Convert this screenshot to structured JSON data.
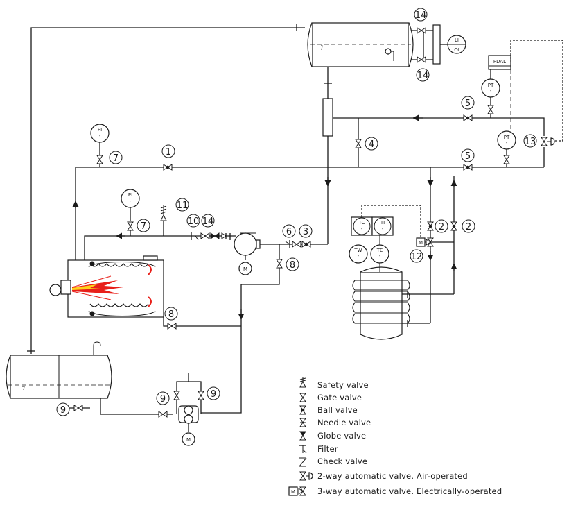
{
  "instruments": {
    "li_oi": {
      "line1": "LI",
      "line2": "OI"
    },
    "pdal": "PDAL",
    "pt_upper": "PT",
    "pt_lower": "PT",
    "pi_left": "PI",
    "pi_mid": "PI",
    "tc": "TC",
    "ti": "TI",
    "tw": "TW",
    "te": "TE",
    "motor_pump": "M",
    "motor_feed": "M",
    "actuator_m": "M"
  },
  "tags": {
    "t1": "1",
    "t2a": "2",
    "t2b": "2",
    "t3": "3",
    "t4": "4",
    "t5a": "5",
    "t5b": "5",
    "t6": "6",
    "t7a": "7",
    "t7b": "7",
    "t8a": "8",
    "t8b": "8",
    "t9a": "9",
    "t9b": "9",
    "t9c": "9",
    "t10": "10",
    "t11": "11",
    "t12": "12",
    "t13": "13",
    "t14a": "14",
    "t14b": "14",
    "t14c": "14"
  },
  "legend": [
    {
      "icon": "safety-valve-icon",
      "label": "Safety valve"
    },
    {
      "icon": "gate-valve-icon",
      "label": "Gate valve"
    },
    {
      "icon": "ball-valve-icon",
      "label": "Ball valve"
    },
    {
      "icon": "needle-valve-icon",
      "label": "Needle valve"
    },
    {
      "icon": "globe-valve-icon",
      "label": "Globe valve"
    },
    {
      "icon": "filter-icon",
      "label": "Filter"
    },
    {
      "icon": "check-valve-icon",
      "label": "Check valve"
    },
    {
      "icon": "air-operated-2way-valve-icon",
      "label": "2-way automatic valve. Air-operated"
    },
    {
      "icon": "electric-3way-valve-icon",
      "label": "3-way automatic valve. Electrically-operated"
    }
  ],
  "colors": {
    "line": "#1a1a1a",
    "flame_outer": "#e8201a",
    "flame_inner": "#ffd11a",
    "coil_end": "#e8201a"
  }
}
